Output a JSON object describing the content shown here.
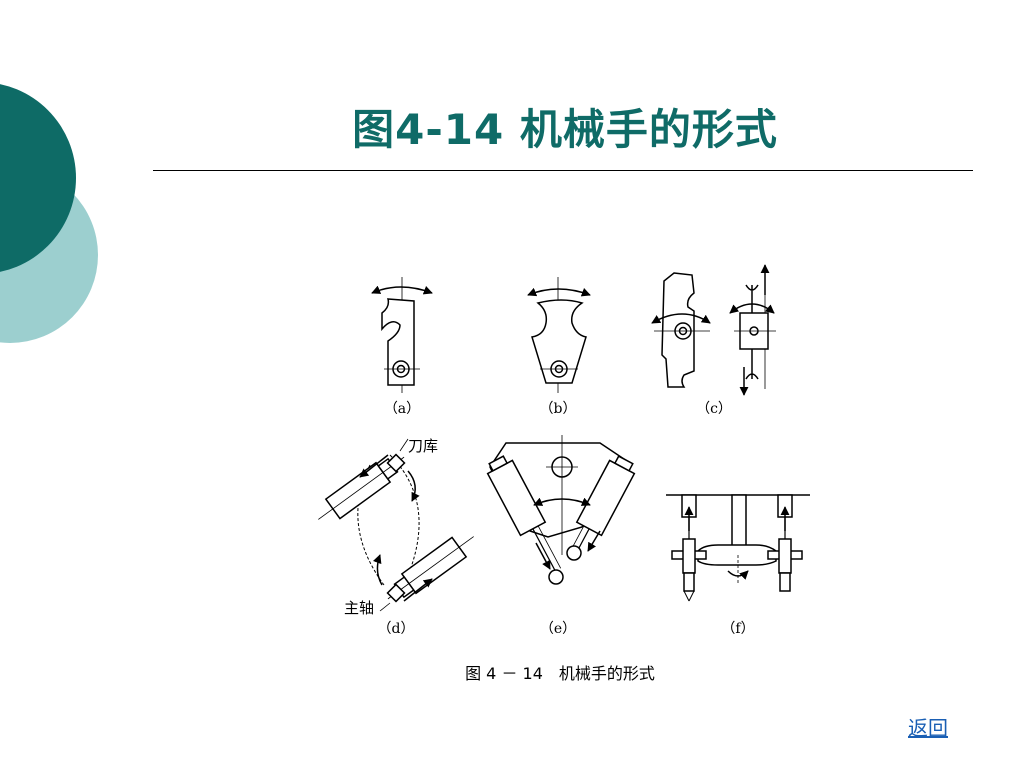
{
  "slide": {
    "title": "图4-14 机械手的形式",
    "back_link": "返回",
    "colors": {
      "title": "#0f6b67",
      "decor_dark": "#0e6b66",
      "decor_light": "#9ccfcf",
      "link": "#1a5fb4"
    }
  },
  "figure": {
    "panel_labels": [
      "（a）",
      "（b）",
      "（c）",
      "（d）",
      "（e）",
      "（f）"
    ],
    "annotations": {
      "tool_magazine": "刀库",
      "spindle": "主轴"
    },
    "caption": "图 4 － 14　机械手的形式"
  }
}
